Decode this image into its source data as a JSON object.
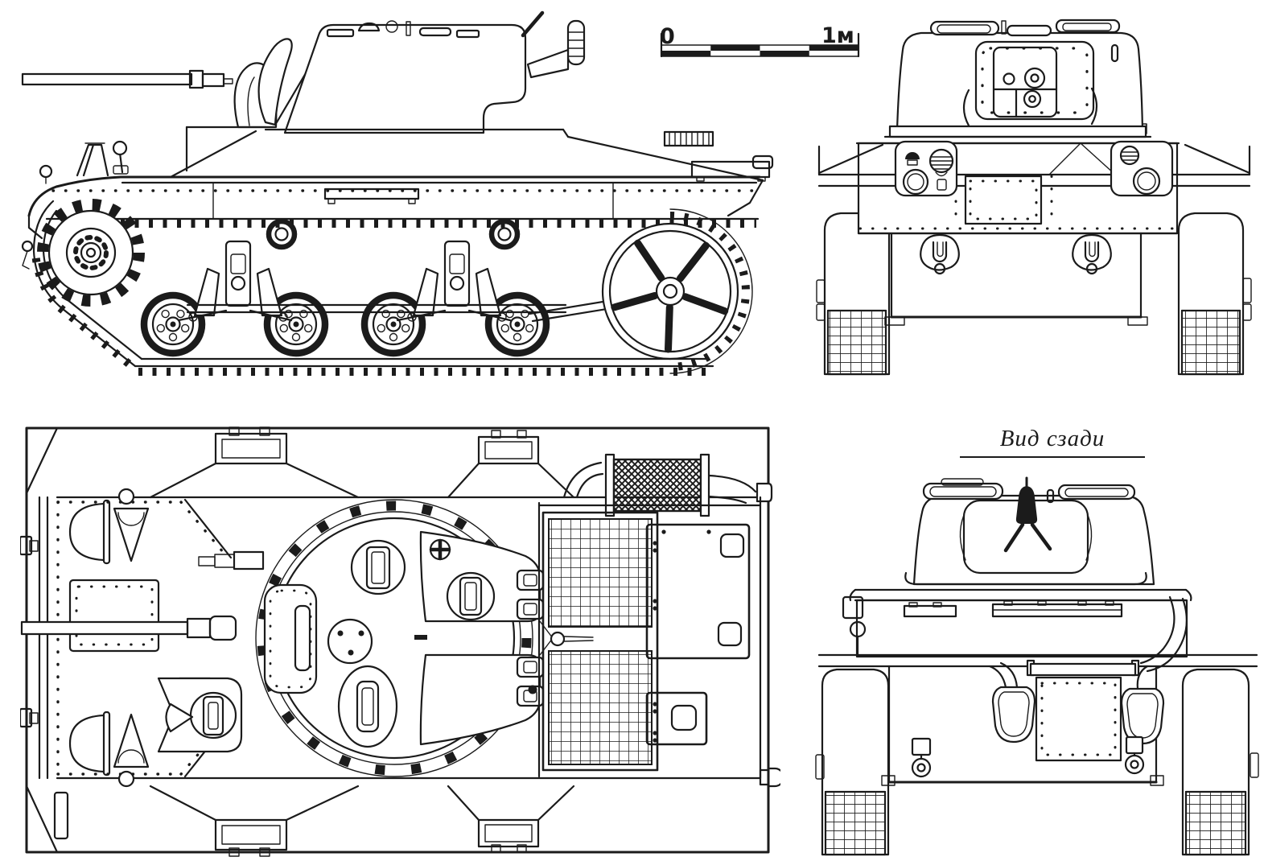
{
  "page": {
    "background_color": "#ffffff",
    "ink_color": "#1b1b1b"
  },
  "scale_bar": {
    "zero_label": "0",
    "one_meter_label": "1м"
  },
  "captions": {
    "rear_view": "Вид сзади"
  }
}
